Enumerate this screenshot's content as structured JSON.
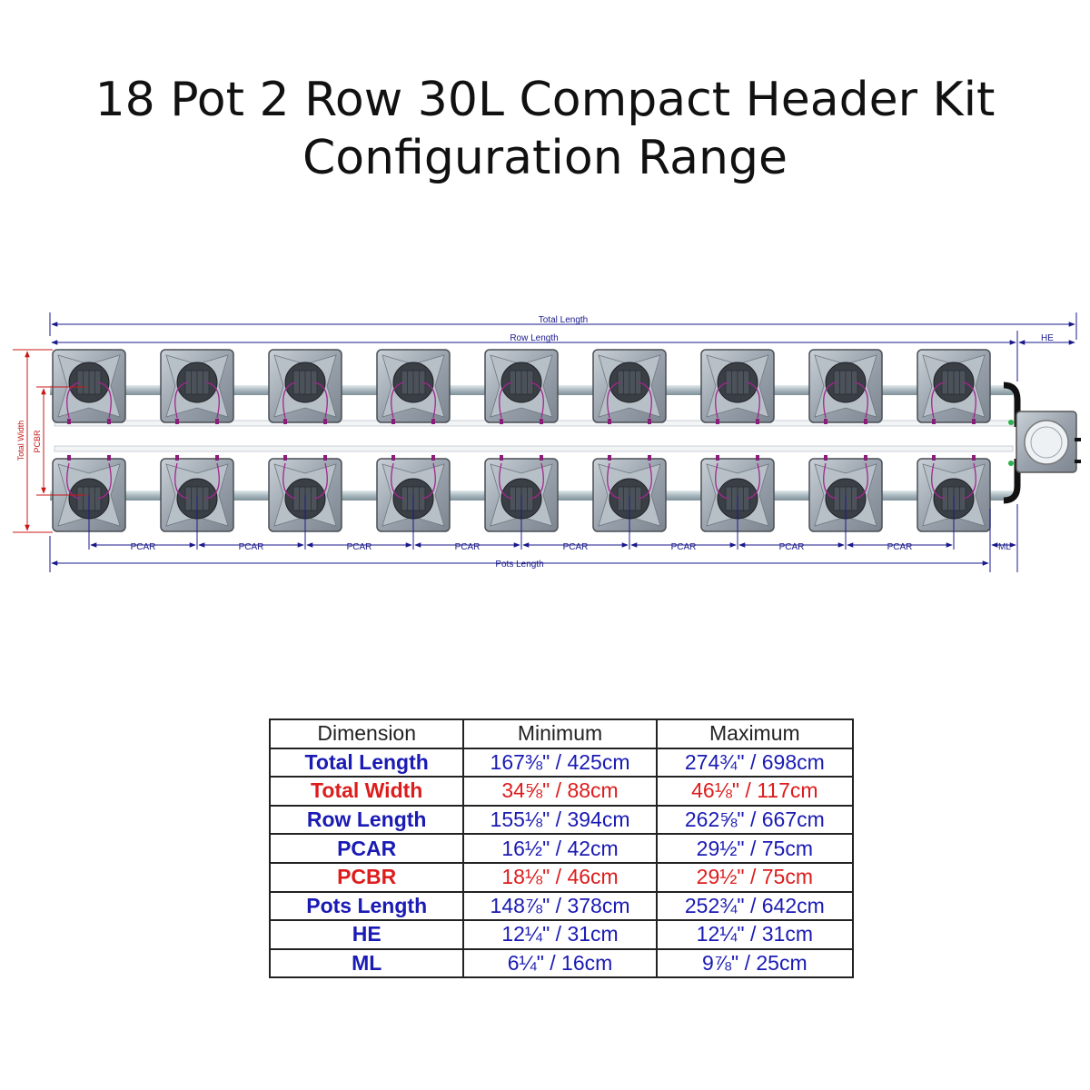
{
  "title": {
    "line1": "18 Pot 2 Row 30L Compact Header Kit",
    "line2": "Configuration Range"
  },
  "diagram": {
    "labels": {
      "total_length": "Total Length",
      "row_length": "Row Length",
      "he": "HE",
      "total_width": "Total Width",
      "pcbr": "PCBR",
      "pcar": "PCAR",
      "ml": "ML",
      "pots_length": "Pots Length"
    },
    "pots_per_row": 9,
    "rows": 2
  },
  "colors": {
    "blue": "#1a1ab4",
    "red": "#dd1c1c",
    "dim_line": "#1a1a8c",
    "dim_red": "#c81818",
    "pot_body": "#9aa3ad",
    "pipe": "#a9b8bf"
  },
  "table": {
    "headers": [
      "Dimension",
      "Minimum",
      "Maximum"
    ],
    "rows": [
      {
        "name": "Total Length",
        "min": "167⅜\" / 425cm",
        "max": "274¾\" / 698cm",
        "color": "#1a1ab4"
      },
      {
        "name": "Total Width",
        "min": "34⅝\" / 88cm",
        "max": "46⅛\" / 117cm",
        "color": "#dd1c1c"
      },
      {
        "name": "Row Length",
        "min": "155⅛\" / 394cm",
        "max": "262⅝\" / 667cm",
        "color": "#1a1ab4"
      },
      {
        "name": "PCAR",
        "min": "16½\" / 42cm",
        "max": "29½\" / 75cm",
        "color": "#1a1ab4"
      },
      {
        "name": "PCBR",
        "min": "18⅛\" / 46cm",
        "max": "29½\" / 75cm",
        "color": "#dd1c1c"
      },
      {
        "name": "Pots Length",
        "min": "148⅞\" / 378cm",
        "max": "252¾\" / 642cm",
        "color": "#1a1ab4"
      },
      {
        "name": "HE",
        "min": "12¼\" / 31cm",
        "max": "12¼\" / 31cm",
        "color": "#1a1ab4"
      },
      {
        "name": "ML",
        "min": "6¼\" / 16cm",
        "max": "9⅞\" / 25cm",
        "color": "#1a1ab4"
      }
    ]
  }
}
